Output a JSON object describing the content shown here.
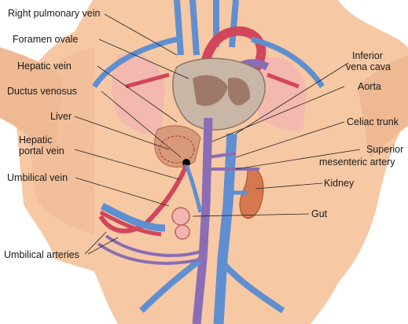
{
  "labels_left": [
    {
      "id": "right-pulmonary-vein",
      "text": "Right pulmonary vein"
    },
    {
      "id": "foramen-ovale",
      "text": "Foramen ovale"
    },
    {
      "id": "hepatic-vein",
      "text": "Hepatic vein"
    },
    {
      "id": "ductus-venosus",
      "text": "Ductus venosus"
    },
    {
      "id": "liver",
      "text": "Liver"
    },
    {
      "id": "hepatic-portal-vein-1",
      "text": "Hepatic"
    },
    {
      "id": "hepatic-portal-vein-2",
      "text": "portal vein"
    },
    {
      "id": "umbilical-vein",
      "text": "Umbilical vein"
    },
    {
      "id": "umbilical-arteries",
      "text": "Umbilical arteries"
    }
  ],
  "labels_right": [
    {
      "id": "inferior-vena-cava-1",
      "text": "Inferior"
    },
    {
      "id": "inferior-vena-cava-2",
      "text": "vena cava"
    },
    {
      "id": "aorta",
      "text": "Aorta"
    },
    {
      "id": "celiac-trunk",
      "text": "Celiac trunk"
    },
    {
      "id": "superior-mesenteric-artery-1",
      "text": "Superior"
    },
    {
      "id": "superior-mesenteric-artery-2",
      "text": "mesenteric artery"
    },
    {
      "id": "kidney",
      "text": "Kidney"
    },
    {
      "id": "gut",
      "text": "Gut"
    }
  ],
  "colors": {
    "skin": "#f6c8a4",
    "skin_shadow": "#e8a985",
    "vein_blue": "#5f8fd0",
    "artery_red": "#d2465a",
    "mixed_purple": "#8a6db5",
    "liver": "#d89a7a",
    "heart": "#c8b6a6",
    "lung": "#f2b5b0",
    "kidney": "#d5784e"
  }
}
